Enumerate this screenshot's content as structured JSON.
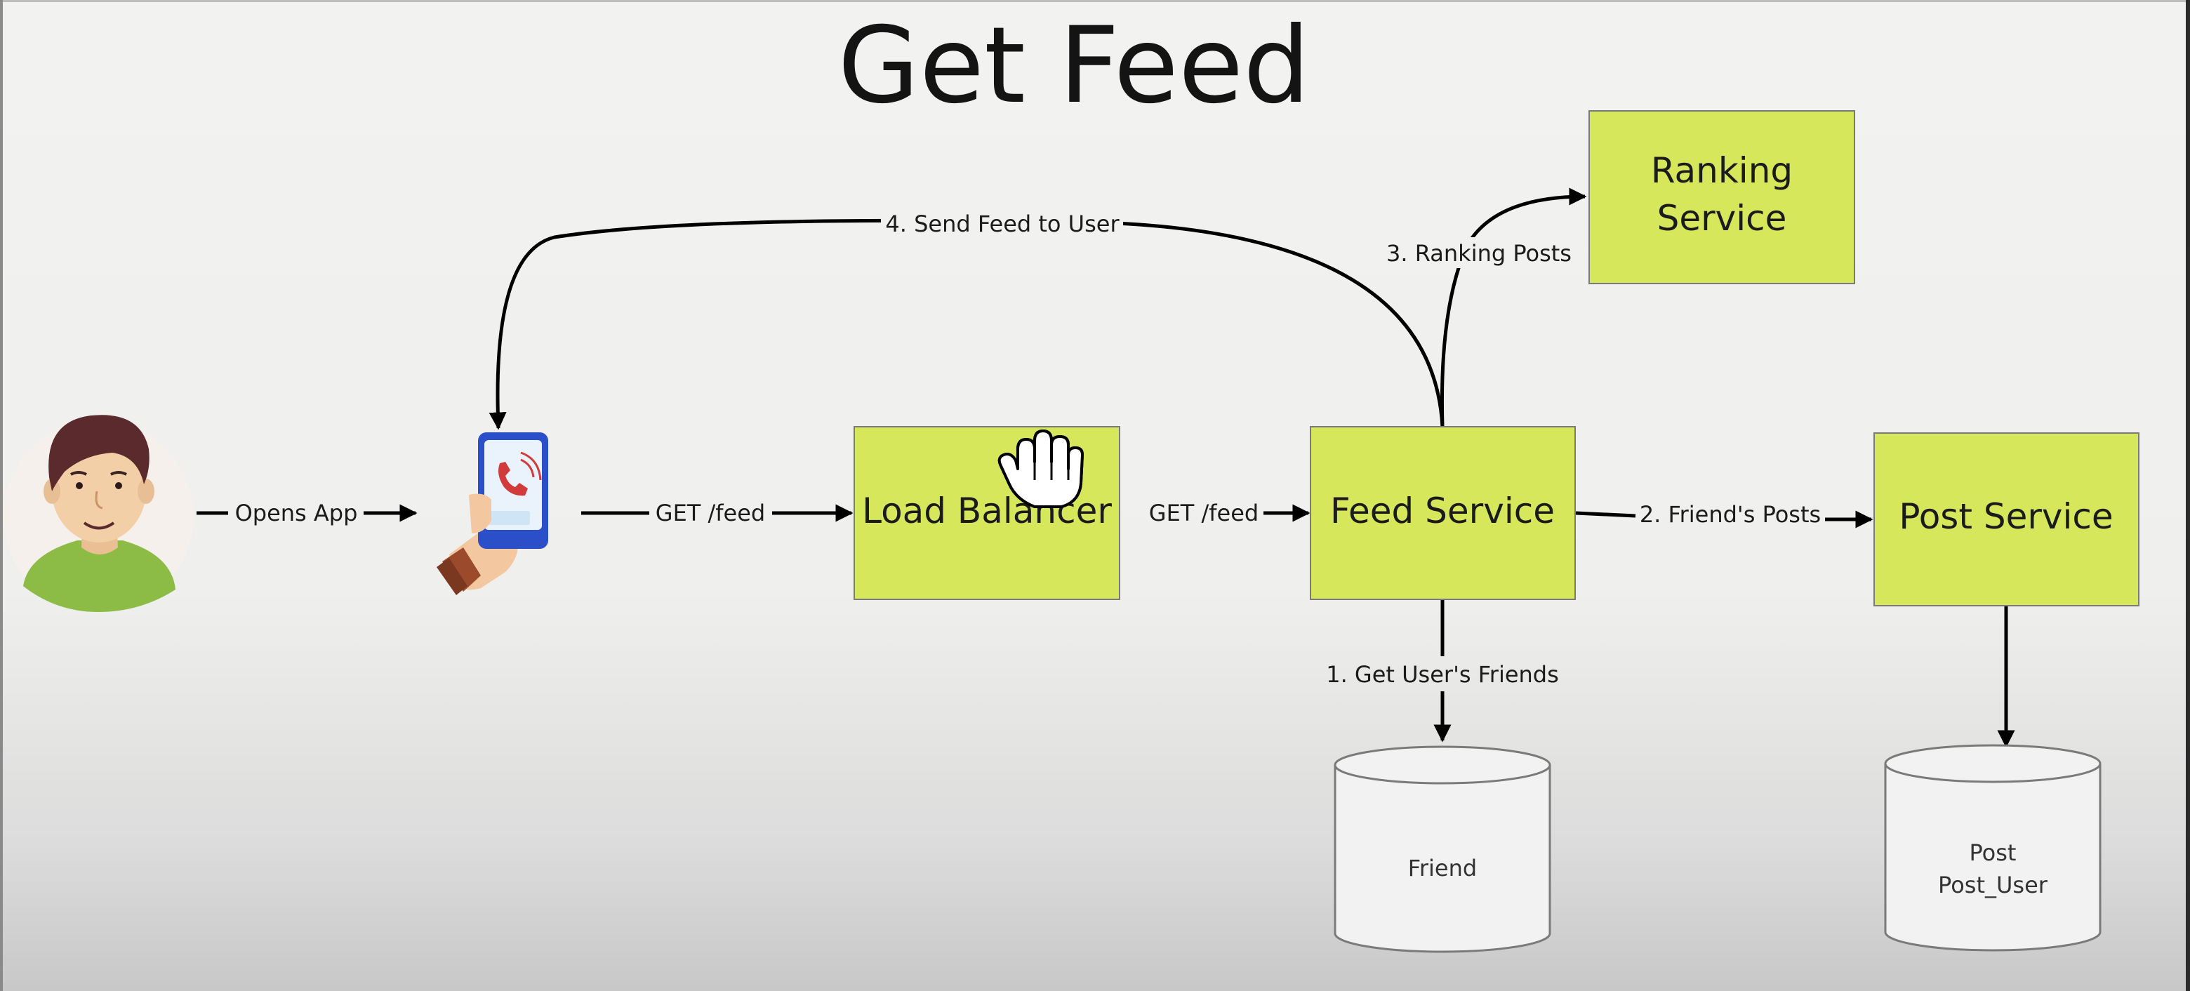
{
  "title": "Get Feed",
  "colors": {
    "service_fill": "#d7e75c",
    "service_stroke": "#7a7a7a",
    "db_fill": "#f2f2f2",
    "edge": "#000000"
  },
  "user": {
    "icon": "user-avatar-icon"
  },
  "phone": {
    "icon": "phone-call-icon"
  },
  "cursor": {
    "icon": "hand-cursor-icon"
  },
  "services": {
    "load_balancer": "Load Balancer",
    "feed_service": "Feed Service",
    "ranking_service_line1": "Ranking",
    "ranking_service_line2": "Service",
    "post_service": "Post Service"
  },
  "databases": {
    "friend": "Friend",
    "post_line1": "Post",
    "post_line2": "Post_User"
  },
  "edges": {
    "opens_app": "Opens App",
    "get_feed_1": "GET /feed",
    "get_feed_2": "GET /feed",
    "get_friends": "1. Get User's Friends",
    "friends_posts": "2. Friend's Posts",
    "ranking_posts": "3. Ranking Posts",
    "send_feed": "4. Send Feed to User"
  }
}
